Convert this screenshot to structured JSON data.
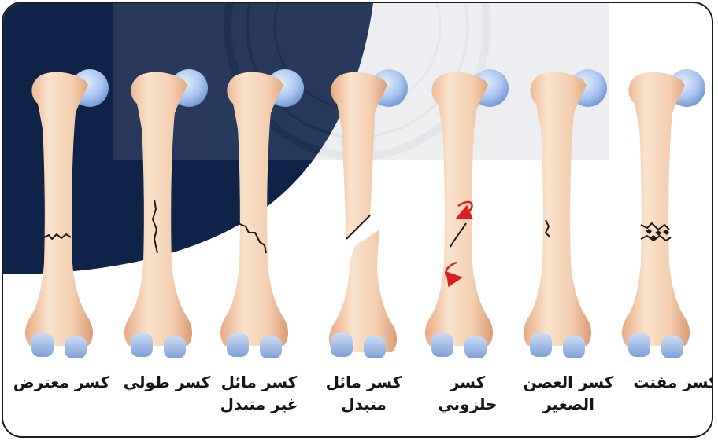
{
  "colors": {
    "background": "#ffffff",
    "navy_panel": "#0f2348",
    "bone_light": "#fbe3cd",
    "bone_mid": "#f1c29e",
    "bone_shadow": "#d99b74",
    "joint_blue": "#8fb1e6",
    "joint_blue_light": "#c9dcf7",
    "crack": "#1a1a1a",
    "arrow_red": "#d81f26"
  },
  "fractures": [
    {
      "id": "comminuted",
      "line1": "كسر مفتت",
      "line2": ""
    },
    {
      "id": "greenstick",
      "line1": "كسر الغصن",
      "line2": "الصغير"
    },
    {
      "id": "spiral",
      "line1": "كسر",
      "line2": "حلزوني"
    },
    {
      "id": "oblique-displaced",
      "line1": "كسر مائل",
      "line2": "متبدل"
    },
    {
      "id": "oblique-nondisplaced",
      "line1": "كسر مائل",
      "line2": "غير متبدل"
    },
    {
      "id": "longitudinal",
      "line1": "كسر طولي",
      "line2": ""
    },
    {
      "id": "transverse",
      "line1": "كسر معترض",
      "line2": ""
    }
  ]
}
